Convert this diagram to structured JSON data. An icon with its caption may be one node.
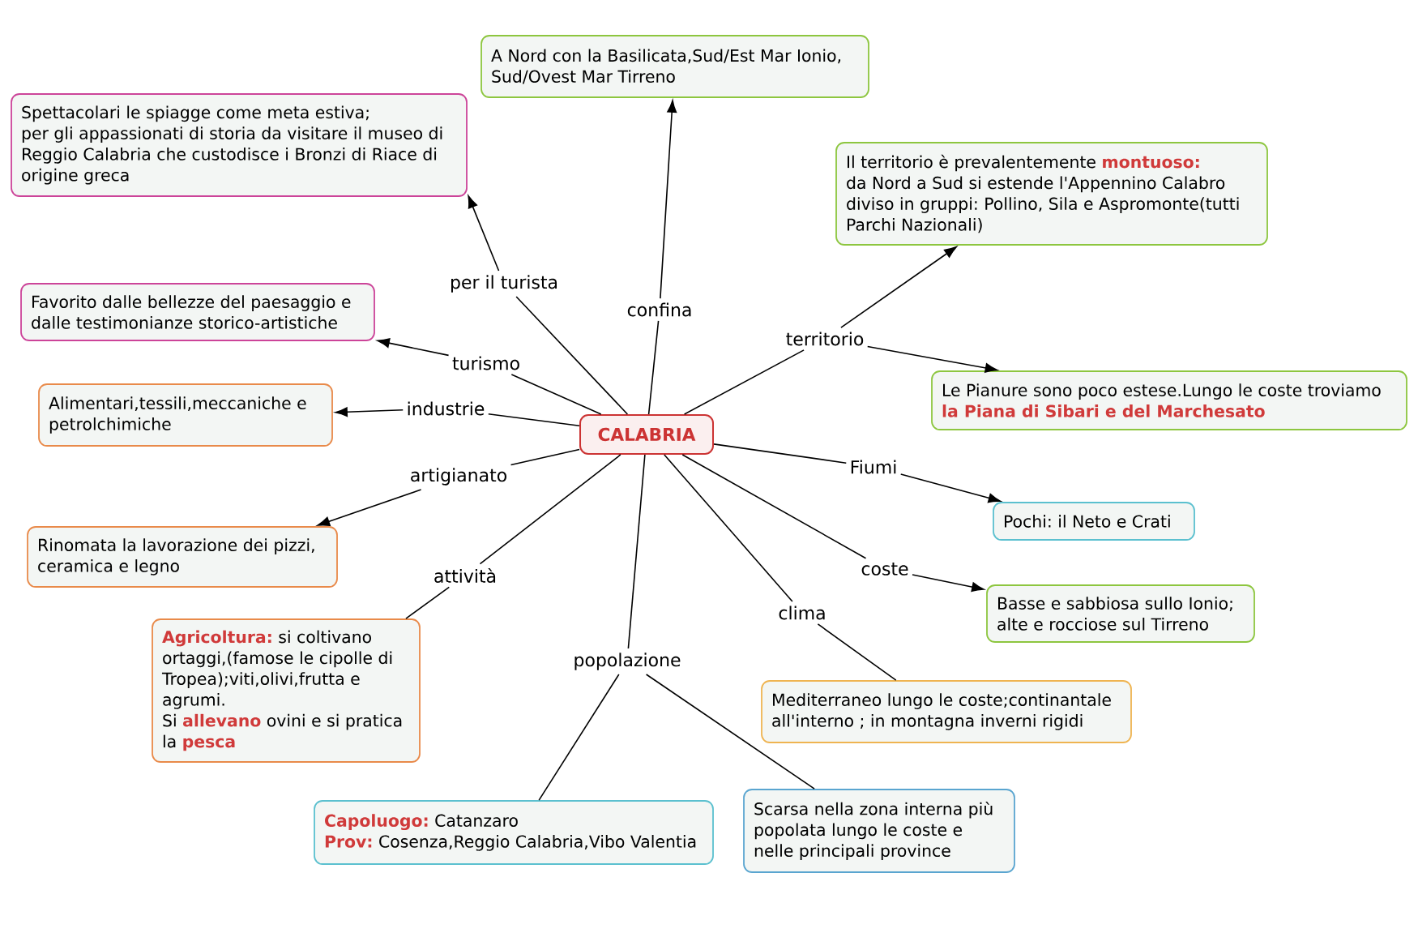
{
  "diagram": {
    "nodes": [
      {
        "text": [
          "A Nord con la Basilicata,Sud/Est Mar Ionio, Sud/Ovest Mar Tirreno"
        ]
      },
      {
        "text": [
          "Spettacolari le spiagge come meta estiva;",
          "per gli appassionati di storia da visitare il museo di Reggio Calabria che custodisce i Bronzi di Riace di origine greca"
        ]
      },
      {
        "text": [
          "Il territorio è prevalentemente **montuoso:**",
          "da Nord a Sud si estende l'Appennino Calabro diviso in gruppi: Pollino, Sila e Aspromonte(tutti Parchi Nazionali)"
        ]
      },
      {
        "text": [
          "Favorito dalle bellezze del paesaggio e dalle testimonianze storico-artistiche"
        ]
      },
      {
        "text": [
          "per il turista"
        ]
      },
      {
        "text": [
          "confina"
        ]
      },
      {
        "text": [
          "territorio"
        ]
      },
      {
        "text": [
          "turismo"
        ]
      },
      {
        "text": [
          "Le Pianure sono poco estese.Lungo le coste troviamo **la Piana di Sibari e del Marchesato**"
        ]
      },
      {
        "text": [
          "Alimentari,tessili,meccaniche e petrolchimiche"
        ]
      },
      {
        "text": [
          "industrie"
        ]
      },
      {
        "text": [
          "CALABRIA"
        ]
      },
      {
        "text": [
          "Fiumi"
        ]
      },
      {
        "text": [
          "artigianato"
        ]
      },
      {
        "text": [
          "Pochi: il Neto e Crati"
        ]
      },
      {
        "text": [
          "Rinomata la lavorazione dei pizzi, ceramica e legno"
        ]
      },
      {
        "text": [
          "attività"
        ]
      },
      {
        "text": [
          "coste"
        ]
      },
      {
        "text": [
          "Basse e sabbiosa sullo Ionio; alte e rocciose sul Tirreno"
        ]
      },
      {
        "text": [
          "clima"
        ]
      },
      {
        "text": [
          "**Agricoltura:** si coltivano ortaggi,(famose le cipolle di Tropea);viti,olivi,frutta e agrumi.",
          "Si **allevano** ovini e si pratica la **pesca**"
        ]
      },
      {
        "text": [
          "popolazione"
        ]
      },
      {
        "text": [
          "Mediterraneo lungo le coste;continantale all'interno ; in montagna inverni rigidi"
        ]
      },
      {
        "text": [
          "Scarsa nella zona interna più popolata lungo le coste e nelle principali province"
        ]
      },
      {
        "text": [
          "**Capoluogo:** Catanzaro",
          "**Prov:** Cosenza,Reggio Calabria,Vibo Valentia"
        ]
      }
    ],
    "edges": [
      {
        "from": 11,
        "to": 4,
        "arrow": "none"
      },
      {
        "from": 4,
        "to": 1,
        "arrow": "to"
      },
      {
        "from": 11,
        "to": 5,
        "arrow": "none"
      },
      {
        "from": 5,
        "to": 0,
        "arrow": "to"
      },
      {
        "from": 11,
        "to": 6,
        "arrow": "none"
      },
      {
        "from": 6,
        "to": 2,
        "arrow": "to"
      },
      {
        "from": 6,
        "to": 8,
        "arrow": "to"
      },
      {
        "from": 11,
        "to": 7,
        "arrow": "none"
      },
      {
        "from": 7,
        "to": 3,
        "arrow": "to"
      },
      {
        "from": 11,
        "to": 10,
        "arrow": "none"
      },
      {
        "from": 10,
        "to": 9,
        "arrow": "to"
      },
      {
        "from": 11,
        "to": 12,
        "arrow": "none"
      },
      {
        "from": 12,
        "to": 14,
        "arrow": "to"
      },
      {
        "from": 11,
        "to": 13,
        "arrow": "none"
      },
      {
        "from": 13,
        "to": 15,
        "arrow": "to"
      },
      {
        "from": 11,
        "to": 16,
        "arrow": "none"
      },
      {
        "from": 16,
        "to": 20,
        "arrow": "none"
      },
      {
        "from": 11,
        "to": 17,
        "arrow": "none"
      },
      {
        "from": 17,
        "to": 18,
        "arrow": "to"
      },
      {
        "from": 11,
        "to": 19,
        "arrow": "none"
      },
      {
        "from": 19,
        "to": 22,
        "arrow": "none"
      },
      {
        "from": 11,
        "to": 21,
        "arrow": "none"
      },
      {
        "from": 21,
        "to": 24,
        "arrow": "none"
      },
      {
        "from": 21,
        "to": 23,
        "arrow": "none"
      }
    ]
  }
}
